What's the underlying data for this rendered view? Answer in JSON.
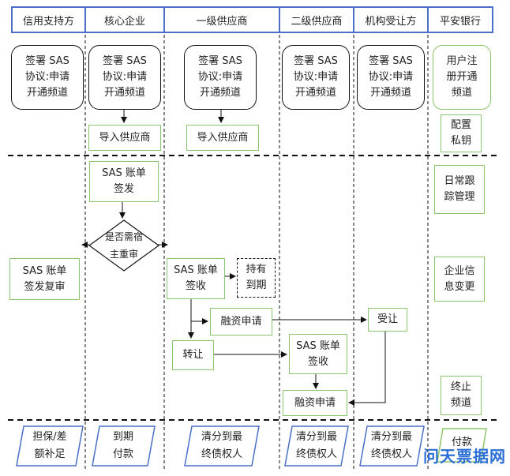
{
  "lanes": [
    "信用支持方",
    "核心企业",
    "一级供应商",
    "二级供应商",
    "机构受让方",
    "平安银行"
  ],
  "sign_sas": "签署 SAS\n协议:申请\n开通频道",
  "user_register": "用户注\n册开通\n频道",
  "config_key": "配置\n私钥",
  "import_supplier": "导入供应商",
  "sas_issue": "SAS 账单\n签发",
  "decision": "是否需宿\n主重审",
  "sas_issue_review": "SAS 账单\n签发复审",
  "sas_receive_l1": "SAS 账单\n签收",
  "hold_to_maturity": "持有\n到期",
  "financing_request": "融资申请",
  "transfer": "转让",
  "receive": "受让",
  "sas_receive_l2": "SAS 账单\n签收",
  "daily_tracking": "日常跟\n踪管理",
  "enterprise_change": "企业信\n息变更",
  "terminate_channel": "终止\n频道",
  "bottom": {
    "guarantee": "担保/差\n额补足",
    "maturity_payment": "到期\n付款",
    "clearing": "清分到最\n终债权人",
    "payment": "付款"
  },
  "watermark": "问天票据网"
}
